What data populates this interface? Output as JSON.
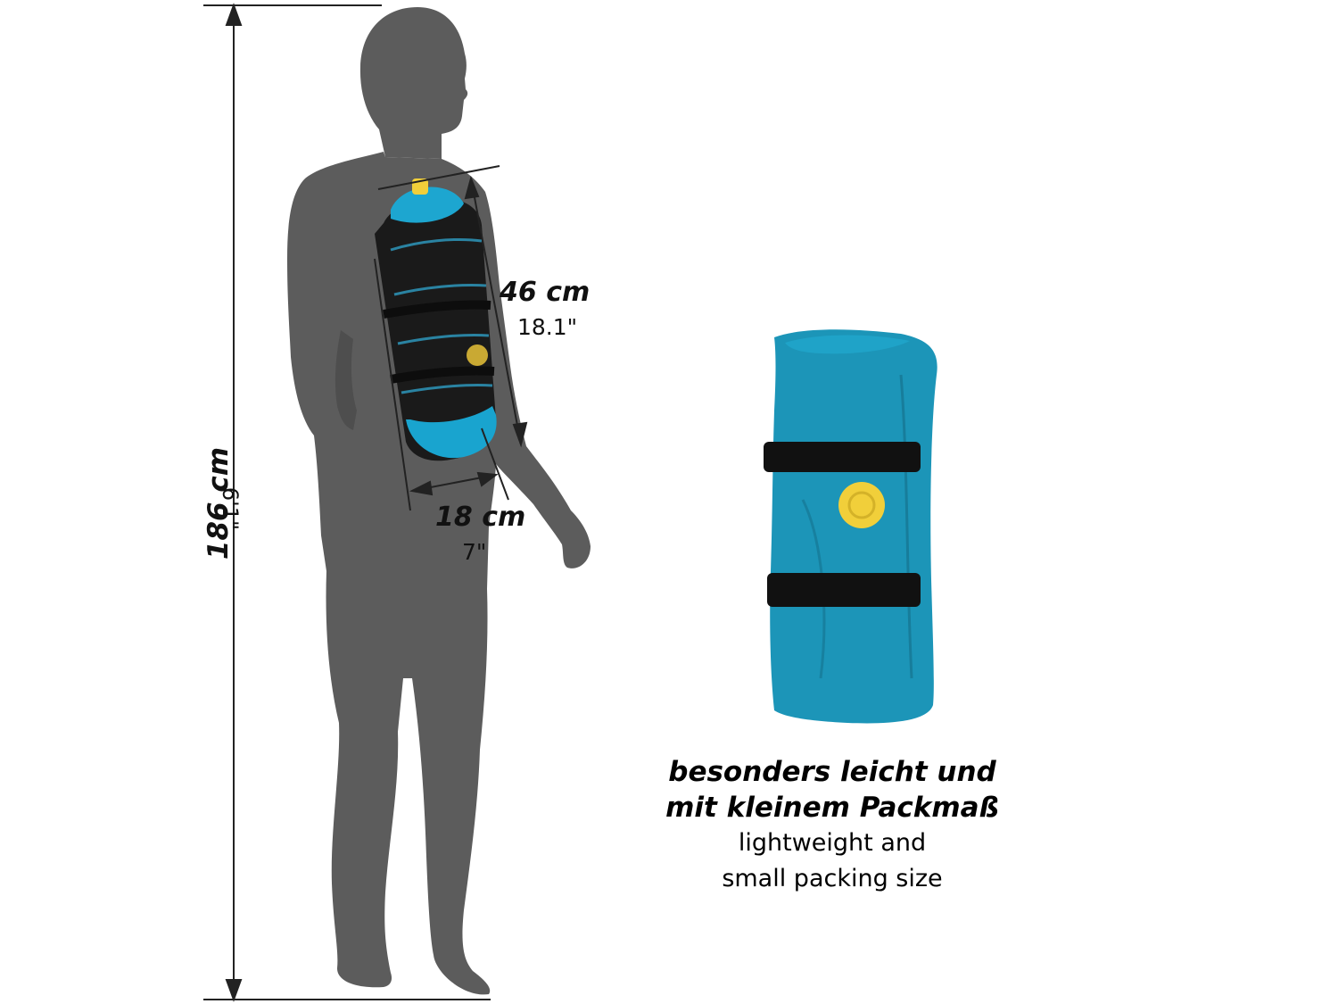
{
  "dimensions": {
    "height": {
      "metric": "186 cm",
      "imperial": "6'1\""
    },
    "pack_length": {
      "metric": "46 cm",
      "imperial": "18.1\""
    },
    "pack_width": {
      "metric": "18 cm",
      "imperial": "7\""
    }
  },
  "caption": {
    "german_line1": "besonders leicht und",
    "german_line2": "mit kleinem Packmaß",
    "english_line1": "lightweight and",
    "english_line2": "small packing size"
  },
  "colors": {
    "silhouette": "#5a5a5a",
    "bag_teal": "#1b93b5",
    "strap": "#111111",
    "valve_yellow": "#f1cf3a"
  }
}
